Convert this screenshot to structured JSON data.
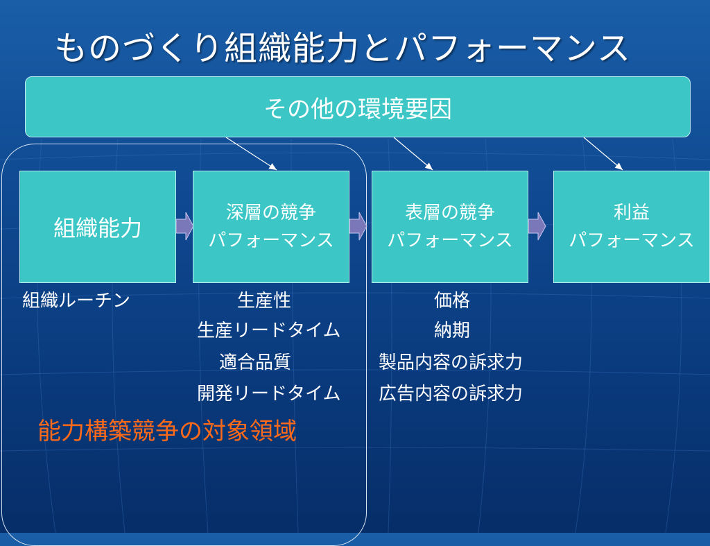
{
  "slide": {
    "title": "ものづくり組織能力とパフォーマンス",
    "environment_box": "その他の環境要因",
    "boxes": [
      {
        "line1": "組織能力",
        "line2": ""
      },
      {
        "line1": "深層の競争",
        "line2": "パフォーマンス"
      },
      {
        "line1": "表層の競争",
        "line2": "パフォーマンス"
      },
      {
        "line1": "利益",
        "line2": "パフォーマンス"
      }
    ],
    "column1": [
      "組織ルーチン"
    ],
    "column2": [
      "生産性",
      "生産リードタイム",
      "適合品質",
      "開発リードタイム"
    ],
    "column3": [
      "価格",
      "納期",
      "製品内容の訴求力",
      "広告内容の訴求力"
    ],
    "highlight": "能力構築競争の対象領域",
    "colors": {
      "box_fill": "#3cc6c6",
      "highlight_text": "#ff6a1a",
      "background": "#0f4a92"
    }
  }
}
